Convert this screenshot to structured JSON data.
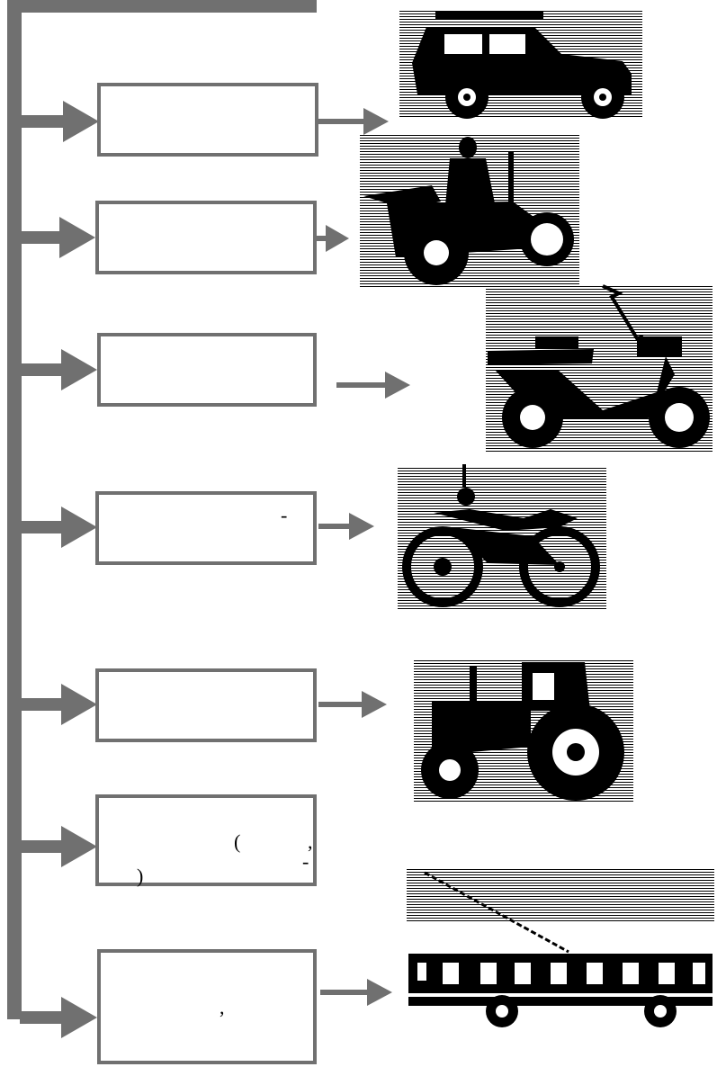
{
  "colors": {
    "connector": "#707070",
    "box_border": "#707070",
    "ink": "#000000"
  },
  "boxes": [
    {
      "id": "car",
      "text_fragments": []
    },
    {
      "id": "sidecar-motorcycle",
      "text_fragments": []
    },
    {
      "id": "scooter",
      "text_fragments": []
    },
    {
      "id": "moped",
      "text_fragments": [
        "-"
      ]
    },
    {
      "id": "tractor",
      "text_fragments": []
    },
    {
      "id": "special-vehicle",
      "text_fragments": [
        "(",
        ",",
        "-",
        ")"
      ]
    },
    {
      "id": "trolleybus",
      "text_fragments": [
        ","
      ]
    }
  ],
  "icons": [
    "suv-car-icon",
    "sidecar-motorcycle-icon",
    "scooter-icon",
    "moped-icon",
    "tractor-icon",
    "trolleybus-icon"
  ]
}
